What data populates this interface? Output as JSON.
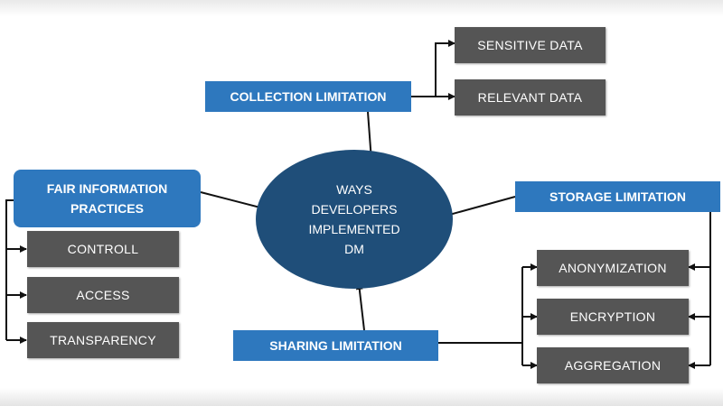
{
  "center": {
    "lines": [
      "WAYS",
      "DEVELOPERS",
      "IMPLEMENTED",
      "DM"
    ]
  },
  "categories": {
    "collection": "COLLECTION LIMITATION",
    "fair_info": "FAIR INFORMATION PRACTICES",
    "storage": "STORAGE LIMITATION",
    "sharing": "SHARING LIMITATION"
  },
  "items": {
    "sensitive": "SENSITIVE DATA",
    "relevant": "RELEVANT DATA",
    "controll": "CONTROLL",
    "access": "ACCESS",
    "transparency": "TRANSPARENCY",
    "anonymization": "ANONYMIZATION",
    "encryption": "ENCRYPTION",
    "aggregation": "AGGREGATION"
  },
  "colors": {
    "category": "#2e78be",
    "center": "#1f4e79",
    "item": "#555555",
    "connector": "#111111"
  }
}
